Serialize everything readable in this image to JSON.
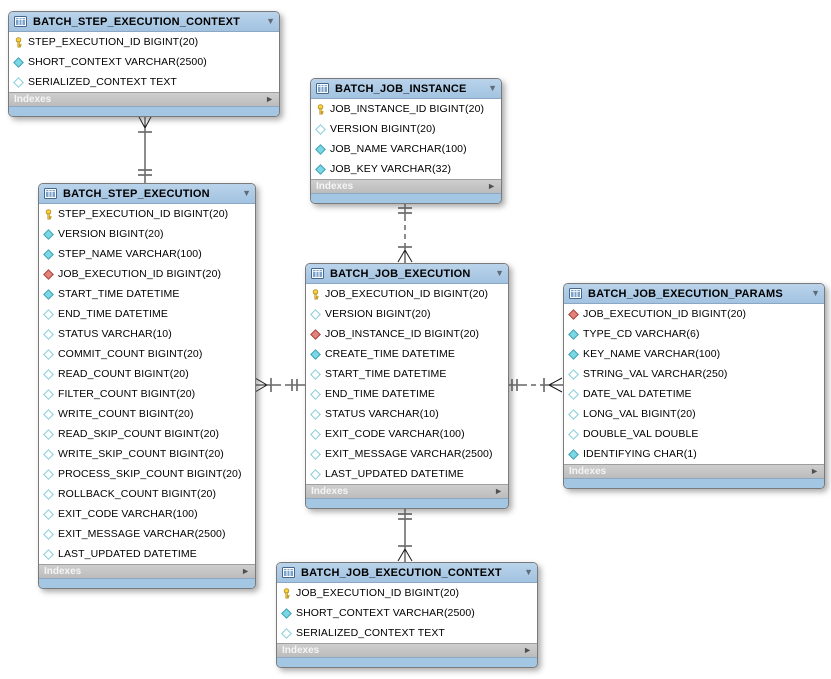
{
  "diagram": {
    "footer_label": "Indexes",
    "colors": {
      "header_blue": "#a9c7e4",
      "footer_gray": "#c2c2c2",
      "primary_key_yellow": "#f6c52e",
      "not_null_cyan": "#79d8e4",
      "foreign_key_red": "#e2837a",
      "line_black": "#1a1a1a",
      "tick_gray": "#6e6e6e"
    },
    "tables": [
      {
        "id": "batch_step_execution_context",
        "name": "BATCH_STEP_EXECUTION_CONTEXT",
        "footer_label": "Indexes",
        "columns": [
          {
            "icon": "primary-key",
            "text": "STEP_EXECUTION_ID BIGINT(20)"
          },
          {
            "icon": "not-null",
            "text": "SHORT_CONTEXT VARCHAR(2500)"
          },
          {
            "icon": "nullable",
            "text": "SERIALIZED_CONTEXT TEXT"
          }
        ]
      },
      {
        "id": "batch_job_instance",
        "name": "BATCH_JOB_INSTANCE",
        "footer_label": "Indexes",
        "columns": [
          {
            "icon": "primary-key",
            "text": "JOB_INSTANCE_ID BIGINT(20)"
          },
          {
            "icon": "nullable",
            "text": "VERSION BIGINT(20)"
          },
          {
            "icon": "not-null",
            "text": "JOB_NAME VARCHAR(100)"
          },
          {
            "icon": "not-null",
            "text": "JOB_KEY VARCHAR(32)"
          }
        ]
      },
      {
        "id": "batch_step_execution",
        "name": "BATCH_STEP_EXECUTION",
        "footer_label": "Indexes",
        "columns": [
          {
            "icon": "primary-key",
            "text": "STEP_EXECUTION_ID BIGINT(20)"
          },
          {
            "icon": "not-null",
            "text": "VERSION BIGINT(20)"
          },
          {
            "icon": "not-null",
            "text": "STEP_NAME VARCHAR(100)"
          },
          {
            "icon": "foreign-key",
            "text": "JOB_EXECUTION_ID BIGINT(20)"
          },
          {
            "icon": "not-null",
            "text": "START_TIME DATETIME"
          },
          {
            "icon": "nullable",
            "text": "END_TIME DATETIME"
          },
          {
            "icon": "nullable",
            "text": "STATUS VARCHAR(10)"
          },
          {
            "icon": "nullable",
            "text": "COMMIT_COUNT BIGINT(20)"
          },
          {
            "icon": "nullable",
            "text": "READ_COUNT BIGINT(20)"
          },
          {
            "icon": "nullable",
            "text": "FILTER_COUNT BIGINT(20)"
          },
          {
            "icon": "nullable",
            "text": "WRITE_COUNT BIGINT(20)"
          },
          {
            "icon": "nullable",
            "text": "READ_SKIP_COUNT BIGINT(20)"
          },
          {
            "icon": "nullable",
            "text": "WRITE_SKIP_COUNT BIGINT(20)"
          },
          {
            "icon": "nullable",
            "text": "PROCESS_SKIP_COUNT BIGINT(20)"
          },
          {
            "icon": "nullable",
            "text": "ROLLBACK_COUNT BIGINT(20)"
          },
          {
            "icon": "nullable",
            "text": "EXIT_CODE VARCHAR(100)"
          },
          {
            "icon": "nullable",
            "text": "EXIT_MESSAGE VARCHAR(2500)"
          },
          {
            "icon": "nullable",
            "text": "LAST_UPDATED DATETIME"
          }
        ]
      },
      {
        "id": "batch_job_execution",
        "name": "BATCH_JOB_EXECUTION",
        "footer_label": "Indexes",
        "columns": [
          {
            "icon": "primary-key",
            "text": "JOB_EXECUTION_ID BIGINT(20)"
          },
          {
            "icon": "nullable",
            "text": "VERSION BIGINT(20)"
          },
          {
            "icon": "foreign-key",
            "text": "JOB_INSTANCE_ID BIGINT(20)"
          },
          {
            "icon": "not-null",
            "text": "CREATE_TIME DATETIME"
          },
          {
            "icon": "nullable",
            "text": "START_TIME DATETIME"
          },
          {
            "icon": "nullable",
            "text": "END_TIME DATETIME"
          },
          {
            "icon": "nullable",
            "text": "STATUS VARCHAR(10)"
          },
          {
            "icon": "nullable",
            "text": "EXIT_CODE VARCHAR(100)"
          },
          {
            "icon": "nullable",
            "text": "EXIT_MESSAGE VARCHAR(2500)"
          },
          {
            "icon": "nullable",
            "text": "LAST_UPDATED DATETIME"
          }
        ]
      },
      {
        "id": "batch_job_execution_params",
        "name": "BATCH_JOB_EXECUTION_PARAMS",
        "footer_label": "Indexes",
        "columns": [
          {
            "icon": "foreign-key",
            "text": "JOB_EXECUTION_ID BIGINT(20)"
          },
          {
            "icon": "not-null",
            "text": "TYPE_CD VARCHAR(6)"
          },
          {
            "icon": "not-null",
            "text": "KEY_NAME VARCHAR(100)"
          },
          {
            "icon": "nullable",
            "text": "STRING_VAL VARCHAR(250)"
          },
          {
            "icon": "nullable",
            "text": "DATE_VAL DATETIME"
          },
          {
            "icon": "nullable",
            "text": "LONG_VAL BIGINT(20)"
          },
          {
            "icon": "nullable",
            "text": "DOUBLE_VAL DOUBLE"
          },
          {
            "icon": "not-null",
            "text": "IDENTIFYING CHAR(1)"
          }
        ]
      },
      {
        "id": "batch_job_execution_context",
        "name": "BATCH_JOB_EXECUTION_CONTEXT",
        "footer_label": "Indexes",
        "columns": [
          {
            "icon": "primary-key",
            "text": "JOB_EXECUTION_ID BIGINT(20)"
          },
          {
            "icon": "not-null",
            "text": "SHORT_CONTEXT VARCHAR(2500)"
          },
          {
            "icon": "nullable",
            "text": "SERIALIZED_CONTEXT TEXT"
          }
        ]
      }
    ],
    "relationships": [
      {
        "from": "BATCH_STEP_EXECUTION_CONTEXT",
        "to": "BATCH_STEP_EXECUTION",
        "line": "solid",
        "type": "identifying",
        "cardinality": "one-to-one"
      },
      {
        "from": "BATCH_JOB_INSTANCE",
        "to": "BATCH_JOB_EXECUTION",
        "line": "dashed",
        "type": "non-identifying",
        "cardinality": "one-to-many"
      },
      {
        "from": "BATCH_JOB_EXECUTION",
        "to": "BATCH_STEP_EXECUTION",
        "line": "dashed",
        "type": "non-identifying",
        "cardinality": "one-to-many"
      },
      {
        "from": "BATCH_JOB_EXECUTION",
        "to": "BATCH_JOB_EXECUTION_PARAMS",
        "line": "dashed",
        "type": "non-identifying",
        "cardinality": "one-to-many"
      },
      {
        "from": "BATCH_JOB_EXECUTION",
        "to": "BATCH_JOB_EXECUTION_CONTEXT",
        "line": "solid",
        "type": "identifying",
        "cardinality": "one-to-one"
      }
    ]
  }
}
